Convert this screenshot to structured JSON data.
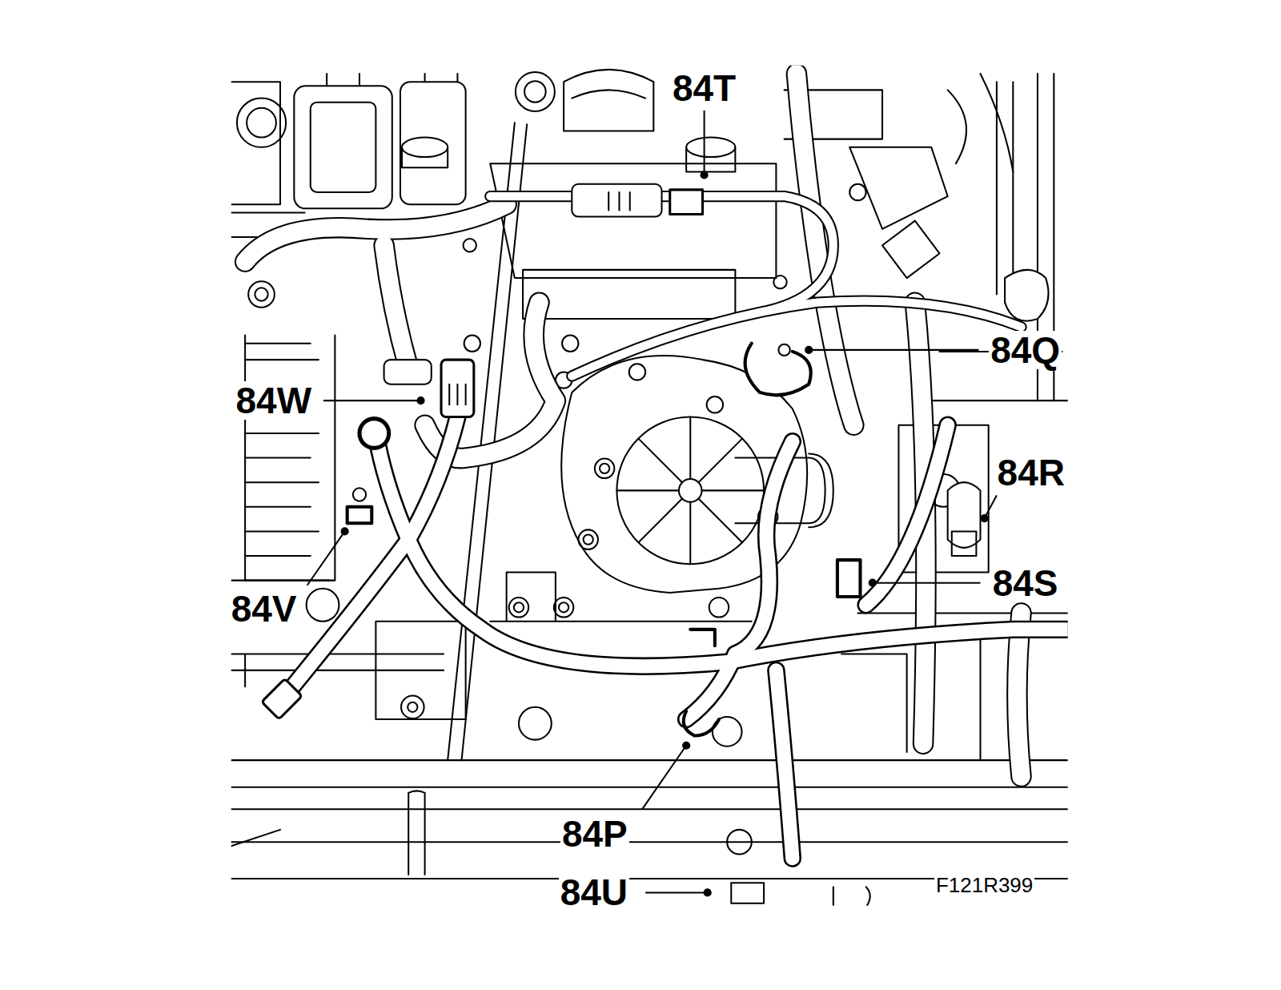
{
  "diagram": {
    "labels": [
      "84T",
      "84Q",
      "84W",
      "84R",
      "84S",
      "84V",
      "84P",
      "84U",
      "F121R399"
    ]
  }
}
